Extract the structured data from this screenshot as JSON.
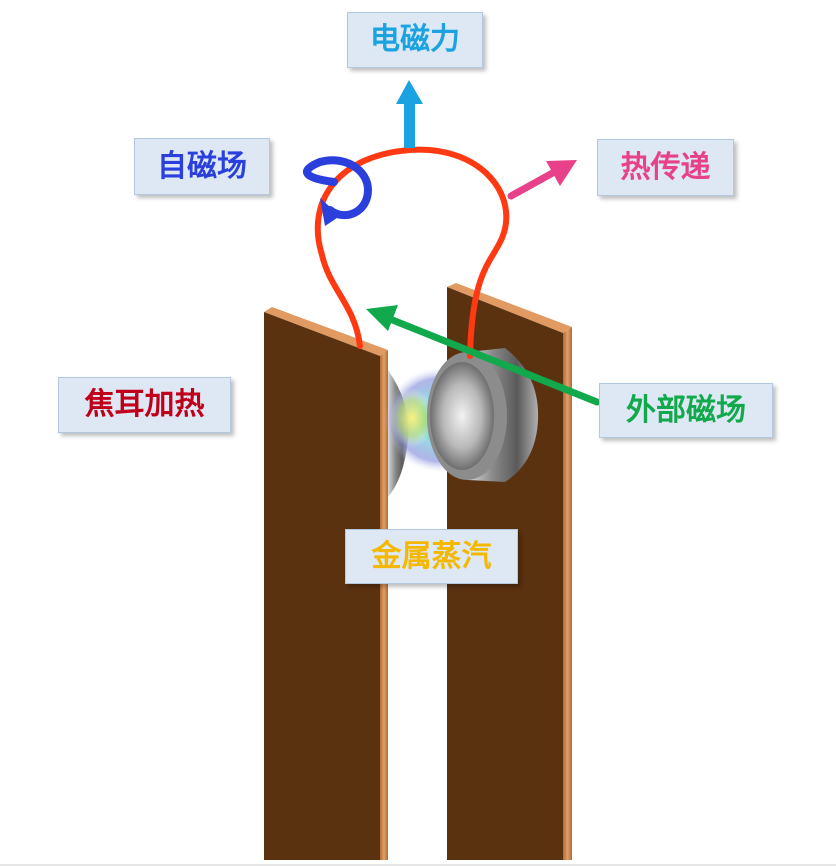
{
  "labels": {
    "electromagnetic_force": "电磁力",
    "self_magnetic_field": "自磁场",
    "heat_transfer": "热传递",
    "external_magnetic_field": "外部磁场",
    "joule_heating": "焦耳加热",
    "metal_vapor": "金属蒸汽"
  },
  "colors": {
    "electromagnetic_force": "#1aa3e0",
    "self_magnetic_field": "#2a3fdb",
    "heat_transfer": "#e8418a",
    "external_magnetic_field": "#12a84c",
    "joule_heating": "#c0001a",
    "metal_vapor": "#f5b800",
    "arc": "#ff3a12",
    "electrode": "#5a3210",
    "electrode_edge": "#c8834a"
  },
  "icons": {
    "up_arrow": "arrow-up-icon",
    "rotation": "circular-arrow-icon",
    "heat_arrow": "arrow-up-right-icon",
    "field_arrow": "arrow-left-icon"
  }
}
